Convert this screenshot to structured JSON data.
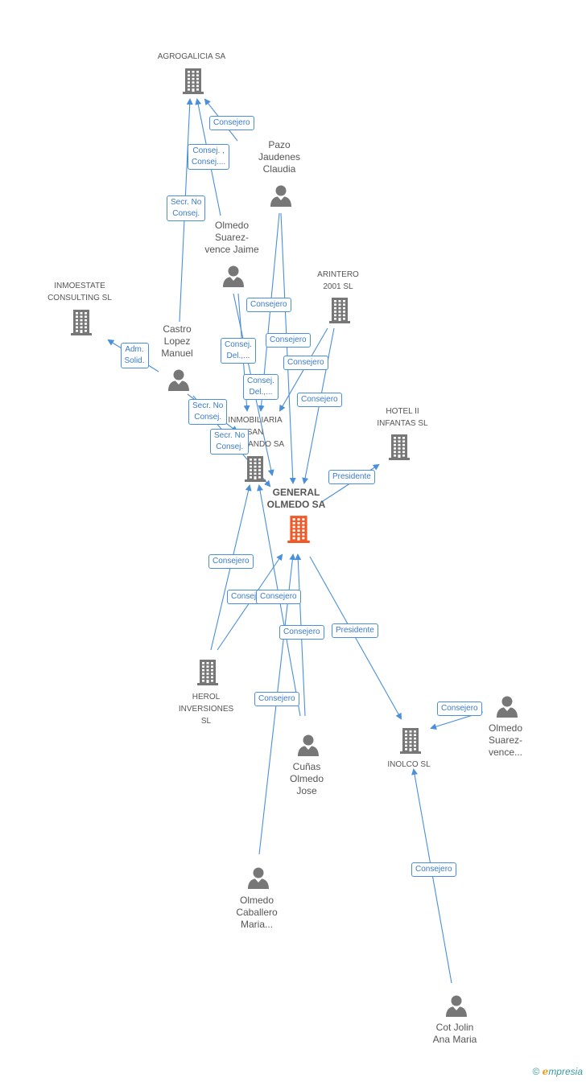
{
  "nodes": {
    "agrogalicia": {
      "label": "AGROGALICIA SA",
      "type": "company"
    },
    "pazo": {
      "label": "Pazo\nJaudenes\nClaudia",
      "type": "person"
    },
    "olmedo_jaime": {
      "label": "Olmedo\nSuarez-\nvence Jaime",
      "type": "person"
    },
    "arintero": {
      "label": "ARINTERO\n2001 SL",
      "type": "company"
    },
    "inmoestate": {
      "label": "INMOESTATE\nCONSULTING SL",
      "type": "company"
    },
    "castro": {
      "label": "Castro\nLopez\nManuel",
      "type": "person"
    },
    "hotel": {
      "label": "HOTEL II\nINFANTAS SL",
      "type": "company"
    },
    "inmobiliaria": {
      "label": "INMOBILIARIA\nSAN\nFERNANDO SA",
      "type": "company"
    },
    "general": {
      "label": "GENERAL\nOLMEDO SA",
      "type": "main"
    },
    "herol": {
      "label": "HEROL\nINVERSIONES\nSL",
      "type": "company"
    },
    "cunas": {
      "label": "Cuñas\nOlmedo\nJose",
      "type": "person"
    },
    "inolco": {
      "label": "INOLCO SL",
      "type": "company"
    },
    "olmedo_right": {
      "label": "Olmedo\nSuarez-\nvence...",
      "type": "person"
    },
    "olmedo_caballero": {
      "label": "Olmedo\nCaballero\nMaria...",
      "type": "person"
    },
    "cot": {
      "label": "Cot Jolin\nAna Maria",
      "type": "person"
    }
  },
  "edges": [
    {
      "label": "Consejero"
    },
    {
      "label": "Consej. ,\nConsej...."
    },
    {
      "label": "Secr. No\nConsej."
    },
    {
      "label": "Adm.\nSolid."
    },
    {
      "label": "Consejero"
    },
    {
      "label": "Consejero"
    },
    {
      "label": "Consej.\nDel.,..."
    },
    {
      "label": "Consejero"
    },
    {
      "label": "Consej.\nDel.,..."
    },
    {
      "label": "Consejero"
    },
    {
      "label": "Secr. No\nConsej."
    },
    {
      "label": "Secr. No\nConsej."
    },
    {
      "label": "Presidente"
    },
    {
      "label": "Consejero"
    },
    {
      "label": "Consejero"
    },
    {
      "label": "Consejero"
    },
    {
      "label": "Consejero"
    },
    {
      "label": "Presidente"
    },
    {
      "label": "Consejero"
    },
    {
      "label": "Consejero"
    },
    {
      "label": "Consejero"
    }
  ],
  "colors": {
    "edge": "#4a8fd9",
    "node": "#777777",
    "main": "#f05a28"
  },
  "watermark": {
    "symbol": "©",
    "brand_initial": "e",
    "brand_rest": "mpresia"
  }
}
